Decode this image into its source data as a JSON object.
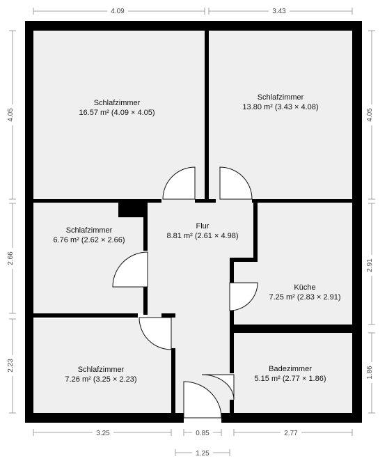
{
  "rooms": {
    "bedroom_nw": {
      "name": "Schlafzimmer",
      "area": "16.57 m² (4.09 × 4.05)"
    },
    "bedroom_ne": {
      "name": "Schlafzimmer",
      "area": "13.80 m² (3.43 × 4.08)"
    },
    "bedroom_w": {
      "name": "Schlafzimmer",
      "area": "6.76 m² (2.62 × 2.66)"
    },
    "hall": {
      "name": "Flur",
      "area": "8.81 m² (2.61 × 4.98)"
    },
    "kitchen": {
      "name": "Küche",
      "area": "7.25 m² (2.83 × 2.91)"
    },
    "bedroom_sw": {
      "name": "Schlafzimmer",
      "area": "7.26 m² (3.25 × 2.23)"
    },
    "bathroom": {
      "name": "Badezimmer",
      "area": "5.15 m² (2.77 × 1.86)"
    }
  },
  "dimensions": {
    "top_left": "4.09",
    "top_right": "3.43",
    "left_upper": "4.05",
    "left_middle": "2.66",
    "left_lower": "2.23",
    "right_upper": "4.05",
    "right_middle": "2.91",
    "right_lower": "1.86",
    "bottom_left": "3.25",
    "bottom_entrance": "0.85",
    "bottom_right": "2.77",
    "bottom_total": "1.25"
  }
}
